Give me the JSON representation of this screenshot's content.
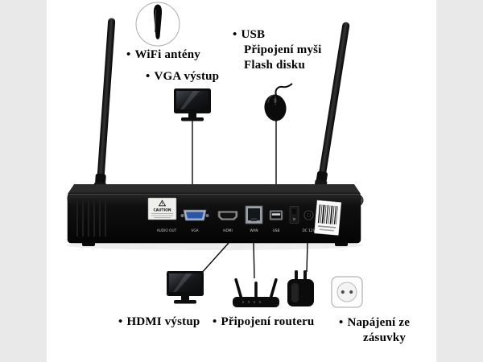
{
  "callouts": {
    "bullet": "•",
    "wifi": {
      "label": "WiFi antény"
    },
    "vga": {
      "label": "VGA výstup"
    },
    "usb": {
      "line1": "USB",
      "line2": "Připojení myši",
      "line3": "Flash disku"
    },
    "hdmi": {
      "label": "HDMI výstup"
    },
    "router": {
      "label": "Připojení routeru"
    },
    "power": {
      "line1": "Napájení ze",
      "line2": "zásuvky"
    }
  },
  "device": {
    "caution_label": "CAUTION",
    "ports": {
      "audio": "AUDIO OUT",
      "vga": "VGA",
      "hdmi": "HDMI",
      "lan": "WAN",
      "usb": "USB",
      "power": "DC 12V"
    }
  },
  "colors": {
    "page_margin": "#e9e9e9",
    "background": "#ffffff",
    "device_black": "#0b0b0b",
    "vga_blue": "#2b56a7",
    "text": "#000000"
  },
  "icons": {
    "antenna_closeup": "magnified-antenna-tip-icon",
    "vga": "monitor-icon",
    "usb": "mouse-icon",
    "hdmi": "monitor-icon",
    "router": "wifi-router-icon",
    "power": "power-adapter-icon",
    "socket": "wall-socket-icon"
  }
}
